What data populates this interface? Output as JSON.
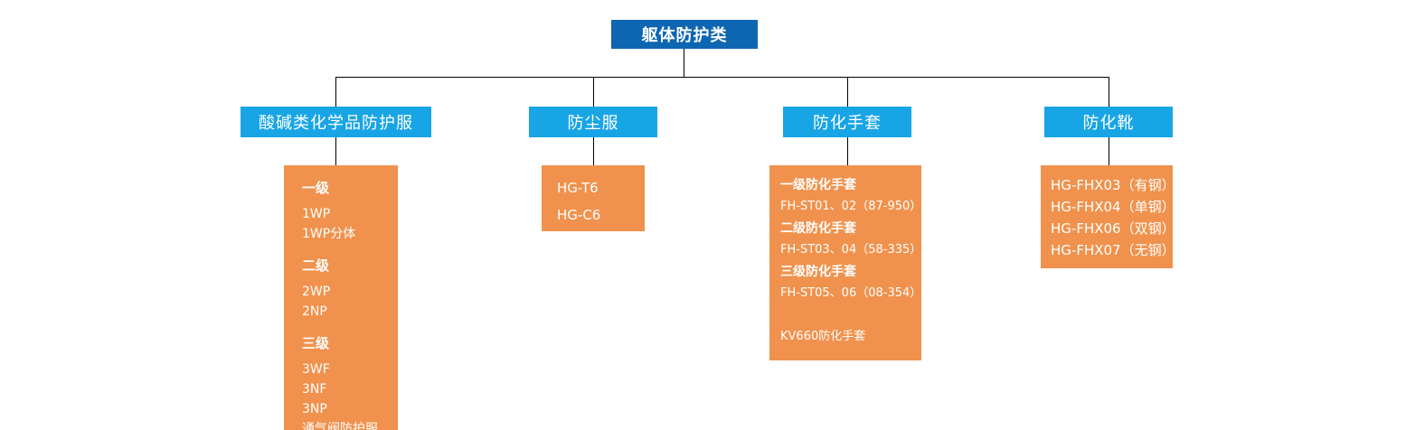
{
  "colors": {
    "root_bg": "#0e66b2",
    "category_bg": "#18a5e6",
    "detail_bg": "#f0924d",
    "line": "#000000",
    "text": "#ffffff",
    "page_bg": "#ffffff"
  },
  "diagram": {
    "root": {
      "label": "躯体防护类"
    },
    "branches": [
      {
        "label": "酸碱类化学品防护服",
        "entries": [
          {
            "text": "一级",
            "style": "header"
          },
          {
            "text": "1WP",
            "style": "item"
          },
          {
            "text": "1WP分体",
            "style": "item"
          },
          {
            "text": "二级",
            "style": "header"
          },
          {
            "text": "2WP",
            "style": "item"
          },
          {
            "text": "2NP",
            "style": "item"
          },
          {
            "text": "三级",
            "style": "header"
          },
          {
            "text": "3WF",
            "style": "item"
          },
          {
            "text": "3NF",
            "style": "item"
          },
          {
            "text": "3NP",
            "style": "item"
          },
          {
            "text": "通气阀防护服",
            "style": "item"
          }
        ]
      },
      {
        "label": "防尘服",
        "entries": [
          {
            "text": "HG-T6",
            "style": "item"
          },
          {
            "text": "HG-C6",
            "style": "item"
          }
        ]
      },
      {
        "label": "防化手套",
        "entries": [
          {
            "text": "一级防化手套",
            "style": "header"
          },
          {
            "text": "FH-ST01、02（87-950）",
            "style": "item"
          },
          {
            "text": "二级防化手套",
            "style": "header"
          },
          {
            "text": "FH-ST03、04（58-335）",
            "style": "item"
          },
          {
            "text": "三级防化手套",
            "style": "header"
          },
          {
            "text": "FH-ST05、06（08-354）",
            "style": "item"
          },
          {
            "text": "KV660防化手套",
            "style": "item spaced"
          }
        ]
      },
      {
        "label": "防化靴",
        "entries": [
          {
            "text": "HG-FHX03（有钢）",
            "style": "item"
          },
          {
            "text": "HG-FHX04（单钢）",
            "style": "item"
          },
          {
            "text": "HG-FHX06（双钢）",
            "style": "item"
          },
          {
            "text": "HG-FHX07（无钢）",
            "style": "item"
          }
        ]
      }
    ]
  }
}
